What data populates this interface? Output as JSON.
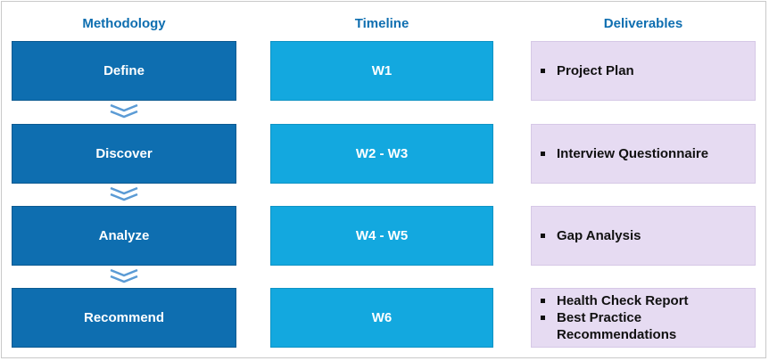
{
  "headers": {
    "methodology": "Methodology",
    "timeline": "Timeline",
    "deliverables": "Deliverables"
  },
  "rows": [
    {
      "phase": "Define",
      "timeline": "W1",
      "deliverables": [
        "Project Plan"
      ]
    },
    {
      "phase": "Discover",
      "timeline": "W2 - W3",
      "deliverables": [
        "Interview Questionnaire"
      ]
    },
    {
      "phase": "Analyze",
      "timeline": "W4 - W5",
      "deliverables": [
        "Gap Analysis"
      ]
    },
    {
      "phase": "Recommend",
      "timeline": "W6",
      "deliverables": [
        "Health Check Report",
        "Best Practice Recommendations"
      ]
    }
  ],
  "colors": {
    "header_text": "#0E6EB0",
    "phase_fill": "#0E6EB0",
    "timeline_fill": "#13A8DF",
    "deliverable_fill": "#E6DBF2",
    "chevron": "#5B9BD5"
  },
  "icons": {
    "connector": "double-chevron-down-icon",
    "bullet": "square-bullet-icon"
  }
}
